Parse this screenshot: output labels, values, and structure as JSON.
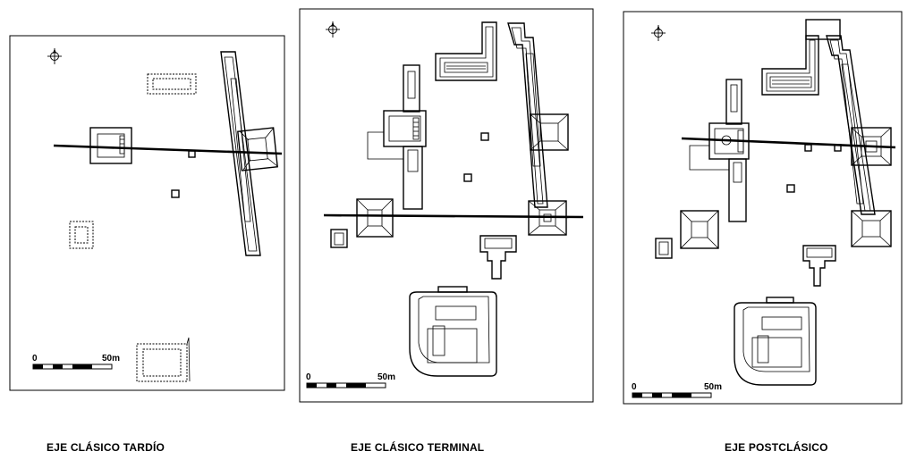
{
  "panels": [
    {
      "caption": "EJE CLÁSICO TARDÍO",
      "scale_start": "0",
      "scale_end": "50m"
    },
    {
      "caption": "EJE CLÁSICO TERMINAL",
      "scale_start": "0",
      "scale_end": "50m"
    },
    {
      "caption": "EJE POSTCLÁSICO",
      "scale_start": "0",
      "scale_end": "50m"
    }
  ],
  "icons": {
    "north": "north-arrow-icon"
  }
}
